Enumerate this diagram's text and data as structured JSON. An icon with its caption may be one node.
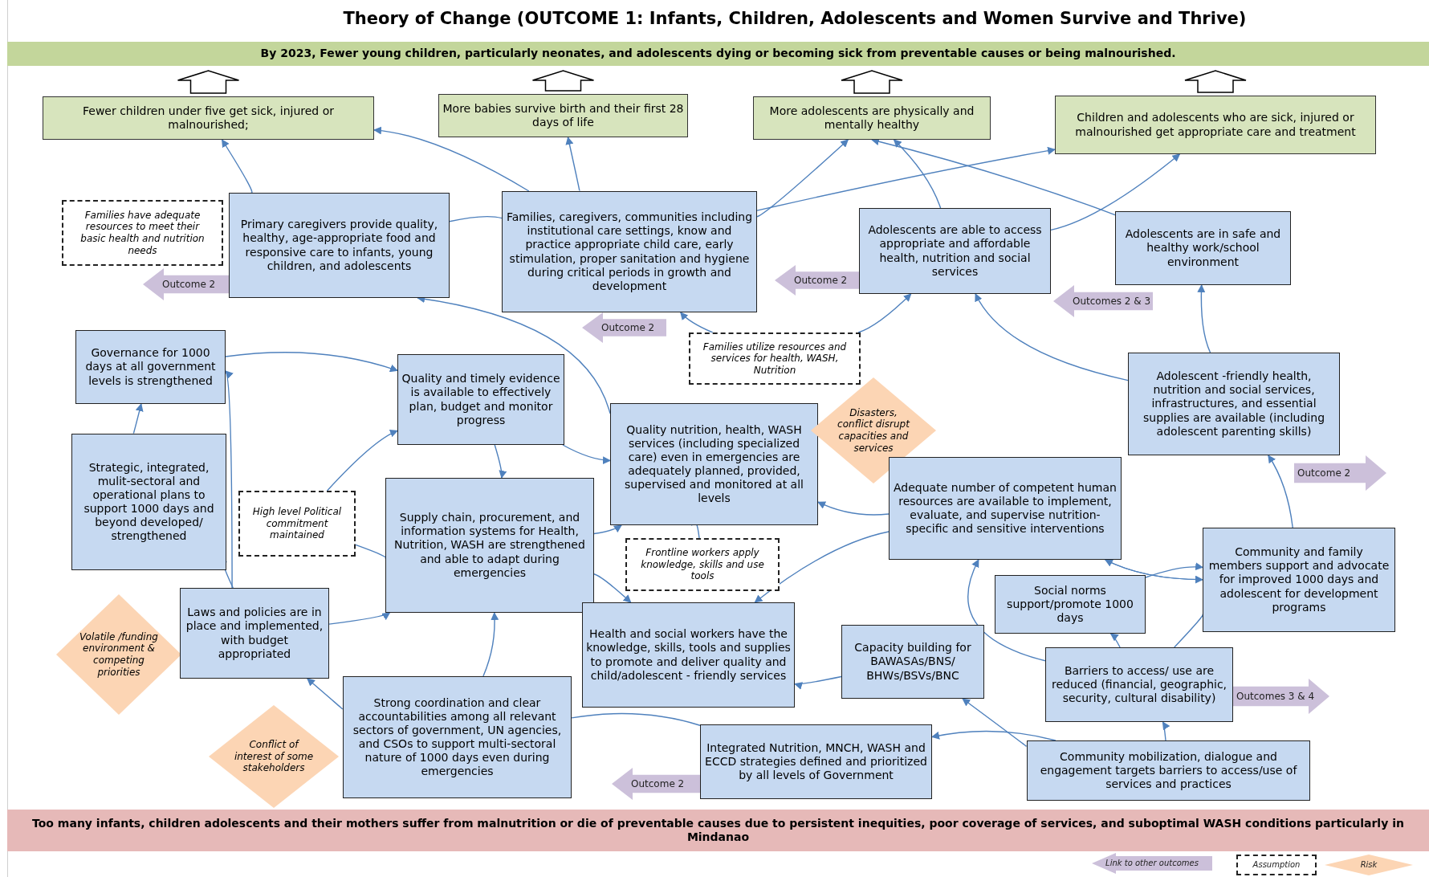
{
  "diagram": {
    "title": "Theory of Change (OUTCOME 1: Infants, Children, Adolescents and Women Survive and Thrive)",
    "nodes": [
      {
        "text": [
          "By 2023, Fewer young children, particularly neonates, and adolescents dying or becoming sick from preventable causes or being malnourished."
        ]
      },
      {
        "text": [
          "Fewer children under five get sick, injured or malnourished;"
        ]
      },
      {
        "text": [
          "More babies survive birth and their first 28 days of life"
        ]
      },
      {
        "text": [
          "More adolescents are physically and mentally healthy"
        ]
      },
      {
        "text": [
          "Children and adolescents who are sick, injured or malnourished get appropriate care and treatment"
        ]
      },
      {
        "text": [
          "Families have adequate resources to meet their basic health and nutrition needs"
        ]
      },
      {
        "text": [
          "Primary caregivers provide quality, healthy, age-appropriate food and responsive care to infants, young children, and adolescents"
        ]
      },
      {
        "text": [
          "Families, caregivers, communities including institutional care settings, know and practice appropriate child care, early stimulation, proper sanitation and hygiene during critical periods in growth and development"
        ]
      },
      {
        "text": [
          "Adolescents are able to access appropriate and affordable health, nutrition and social services"
        ]
      },
      {
        "text": [
          "Adolescents are in safe and healthy work/school environment"
        ]
      },
      {
        "text": [
          "Governance for 1000 days at all government levels is strengthened"
        ]
      },
      {
        "text": [
          "Quality and timely evidence is available to effectively plan, budget and monitor progress"
        ]
      },
      {
        "text": [
          "Families utilize resources and services for health, WASH, Nutrition"
        ]
      },
      {
        "text": [
          "Quality nutrition, health, WASH services (including specialized care) even in emergencies are adequately planned, provided, supervised and monitored at all levels"
        ]
      },
      {
        "text": [
          "Disasters, conflict disrupt capacities and services"
        ]
      },
      {
        "text": [
          "Adolescent -friendly health, nutrition and social services, infrastructures, and essential supplies are available (including adolescent parenting skills)"
        ]
      },
      {
        "text": [
          "Strategic, integrated, mulit-sectoral and operational plans to support 1000 days and beyond developed/ strengthened"
        ]
      },
      {
        "text": [
          "High level Political commitment maintained"
        ]
      },
      {
        "text": [
          "Supply chain, procurement, and information systems for Health, Nutrition, WASH are strengthened and able to adapt during emergencies"
        ]
      },
      {
        "text": [
          "Adequate number of competent human resources are available to implement, evaluate, and supervise nutrition-specific and sensitive interventions"
        ]
      },
      {
        "text": [
          "Community and family members support and advocate for improved 1000 days and adolescent for development programs"
        ]
      },
      {
        "text": [
          "Frontline workers apply knowledge, skills and use tools"
        ]
      },
      {
        "text": [
          "Volatile /funding environment & competing priorities"
        ]
      },
      {
        "text": [
          "Laws and policies are in place and implemented, with budget appropriated"
        ]
      },
      {
        "text": [
          "Health and social workers have the knowledge, skills, tools and supplies to promote and deliver quality and child/adolescent - friendly services"
        ]
      },
      {
        "text": [
          "Social norms support/promote 1000 days"
        ]
      },
      {
        "text": [
          "Capacity building for BAWASAs/BNS/ BHWs/BSVs/BNC"
        ]
      },
      {
        "text": [
          "Barriers to access/ use are reduced (financial, geographic, security, cultural disability)"
        ]
      },
      {
        "text": [
          "Conflict of interest of some stakeholders"
        ]
      },
      {
        "text": [
          "Strong coordination and clear accountabilities among all relevant sectors of government, UN agencies, and CSOs to support multi-sectoral nature of 1000 days even during emergencies"
        ]
      },
      {
        "text": [
          "Integrated Nutrition, MNCH, WASH and ECCD strategies defined and prioritized by all levels of Government"
        ]
      },
      {
        "text": [
          "Community mobilization, dialogue and engagement targets barriers to access/use of services and practices"
        ]
      },
      {
        "text": [
          "Too many infants, children adolescents and their mothers suffer from malnutrition or die of preventable causes due to persistent inequities, poor coverage of services, and suboptimal WASH conditions particularly in Mindanao"
        ]
      }
    ],
    "edges": [
      {
        "from": 1,
        "to": 0,
        "arrow": "to",
        "style": "thick",
        "color": "#000000"
      },
      {
        "from": 2,
        "to": 0,
        "arrow": "to",
        "style": "thick",
        "color": "#000000"
      },
      {
        "from": 3,
        "to": 0,
        "arrow": "to",
        "style": "thick",
        "color": "#000000"
      },
      {
        "from": 4,
        "to": 0,
        "arrow": "to",
        "style": "thick",
        "color": "#000000"
      },
      {
        "from": 6,
        "to": 1,
        "arrow": "to"
      },
      {
        "from": 7,
        "to": 1,
        "arrow": "to"
      },
      {
        "from": 7,
        "to": 2,
        "arrow": "to"
      },
      {
        "from": 7,
        "to": 3,
        "arrow": "to"
      },
      {
        "from": 7,
        "to": 4,
        "arrow": "to"
      },
      {
        "from": 8,
        "to": 3,
        "arrow": "to"
      },
      {
        "from": 9,
        "to": 3,
        "arrow": "to"
      },
      {
        "from": 8,
        "to": 4,
        "arrow": "to"
      },
      {
        "from": 6,
        "to": 7,
        "arrow": "none"
      },
      {
        "from": 13,
        "to": 6,
        "arrow": "to"
      },
      {
        "from": 12,
        "to": 7,
        "arrow": "to"
      },
      {
        "from": 12,
        "to": 8,
        "arrow": "to"
      },
      {
        "from": 21,
        "to": 13,
        "arrow": "to"
      },
      {
        "from": 15,
        "to": 8,
        "arrow": "to"
      },
      {
        "from": 15,
        "to": 9,
        "arrow": "to"
      },
      {
        "from": 20,
        "to": 15,
        "arrow": "to"
      },
      {
        "from": 20,
        "to": 19,
        "arrow": "to"
      },
      {
        "from": 19,
        "to": 20,
        "arrow": "to"
      },
      {
        "from": 25,
        "to": 20,
        "arrow": "to"
      },
      {
        "from": 19,
        "to": 24,
        "arrow": "to"
      },
      {
        "from": 26,
        "to": 24,
        "arrow": "to"
      },
      {
        "from": 19,
        "to": 13,
        "arrow": "to"
      },
      {
        "from": 27,
        "to": 19,
        "arrow": "to"
      },
      {
        "from": 27,
        "to": 25,
        "arrow": "to"
      },
      {
        "from": 27,
        "to": 20,
        "arrow": "to"
      },
      {
        "from": 31,
        "to": 27,
        "arrow": "to"
      },
      {
        "from": 31,
        "to": 26,
        "arrow": "to"
      },
      {
        "from": 31,
        "to": 30,
        "arrow": "to"
      },
      {
        "from": 16,
        "to": 10,
        "arrow": "to"
      },
      {
        "from": 23,
        "to": 16,
        "arrow": "to"
      },
      {
        "from": 23,
        "to": 10,
        "arrow": "to"
      },
      {
        "from": 23,
        "to": 18,
        "arrow": "to"
      },
      {
        "from": 29,
        "to": 23,
        "arrow": "to"
      },
      {
        "from": 29,
        "to": 18,
        "arrow": "to"
      },
      {
        "from": 18,
        "to": 24,
        "arrow": "to"
      },
      {
        "from": 18,
        "to": 13,
        "arrow": "to"
      },
      {
        "from": 11,
        "to": 18,
        "arrow": "to"
      },
      {
        "from": 11,
        "to": 13,
        "arrow": "to"
      },
      {
        "from": 10,
        "to": 11,
        "arrow": "to"
      },
      {
        "from": 17,
        "to": 18,
        "arrow": "to"
      },
      {
        "from": 17,
        "to": 11,
        "arrow": "to"
      },
      {
        "from": 30,
        "to": 29,
        "arrow": "none"
      },
      {
        "from": 6,
        "to": null,
        "arrow": "to",
        "label": "Outcome 2",
        "style": "thick",
        "color": "#ccc0da"
      },
      {
        "from": 7,
        "to": null,
        "arrow": "to",
        "label": "Outcome 2",
        "style": "thick",
        "color": "#ccc0da"
      },
      {
        "from": 8,
        "to": null,
        "arrow": "to",
        "label": "Outcome 2",
        "style": "thick",
        "color": "#ccc0da"
      },
      {
        "from": 9,
        "to": null,
        "arrow": "to",
        "label": "Outcomes 2 & 3",
        "style": "thick",
        "color": "#ccc0da"
      },
      {
        "from": 15,
        "to": null,
        "arrow": "to",
        "label": "Outcome 2",
        "style": "thick",
        "color": "#ccc0da"
      },
      {
        "from": 27,
        "to": null,
        "arrow": "to",
        "label": "Outcomes 3 & 4",
        "style": "thick",
        "color": "#ccc0da"
      },
      {
        "from": 30,
        "to": null,
        "arrow": "to",
        "label": "Outcome 2",
        "style": "thick",
        "color": "#ccc0da"
      }
    ],
    "legend": [
      {
        "text": "Link to other outcomes"
      },
      {
        "text": "Assumption"
      },
      {
        "text": "Risk"
      }
    ]
  }
}
